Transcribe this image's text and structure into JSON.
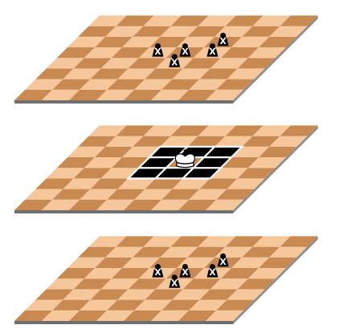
{
  "title": "",
  "colors": {
    "light_square": "#f6c79a",
    "dark_square": "#c98a51",
    "board_edge": "#6f6f6f",
    "dark_cell": "#000000",
    "cell_border": "#ffffff",
    "piece": "#000000",
    "king_fill": "#ffffff"
  },
  "boards": [
    {
      "id": "top",
      "files": 8,
      "ranks": 8,
      "pawns": [
        {
          "file": 3,
          "rank": 4,
          "mark": "X"
        },
        {
          "file": 4,
          "rank": 3,
          "mark": "X"
        },
        {
          "file": 4,
          "rank": 4,
          "mark": "X"
        },
        {
          "file": 5,
          "rank": 5,
          "mark": "X"
        },
        {
          "file": 5,
          "rank": 4,
          "mark": "X"
        }
      ]
    },
    {
      "id": "middle",
      "files": 8,
      "ranks": 8,
      "king": {
        "file": 4,
        "rank": 4,
        "icon": "king-icon"
      },
      "highlighted_cells": [
        {
          "file": 3,
          "rank": 3
        },
        {
          "file": 4,
          "rank": 3
        },
        {
          "file": 5,
          "rank": 3
        },
        {
          "file": 3,
          "rank": 4
        },
        {
          "file": 5,
          "rank": 4
        },
        {
          "file": 3,
          "rank": 5
        },
        {
          "file": 4,
          "rank": 5
        },
        {
          "file": 5,
          "rank": 5
        }
      ]
    },
    {
      "id": "bottom",
      "files": 8,
      "ranks": 8,
      "pawns": [
        {
          "file": 3,
          "rank": 4,
          "mark": "X"
        },
        {
          "file": 4,
          "rank": 3,
          "mark": "X"
        },
        {
          "file": 4,
          "rank": 4,
          "mark": "X"
        },
        {
          "file": 5,
          "rank": 5,
          "mark": "X"
        },
        {
          "file": 5,
          "rank": 4,
          "mark": "X"
        }
      ]
    }
  ]
}
